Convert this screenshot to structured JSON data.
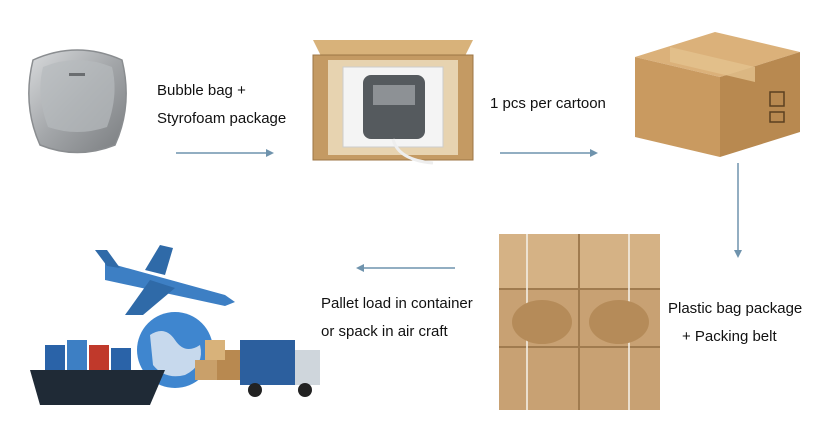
{
  "steps": [
    {
      "label_lines": [
        "Bubble bag +",
        "Styrofoam package"
      ]
    },
    {
      "label_lines": [
        "1 pcs per cartoon"
      ]
    },
    {
      "label_lines": [
        "Plastic bag package",
        "+  Packing belt"
      ]
    },
    {
      "label_lines": [
        "Pallet load in container",
        "or spack in air craft"
      ]
    }
  ],
  "colors": {
    "arrow": "#6f93ad",
    "cardboard": "#c9a06a",
    "steel": "#a8abae"
  }
}
